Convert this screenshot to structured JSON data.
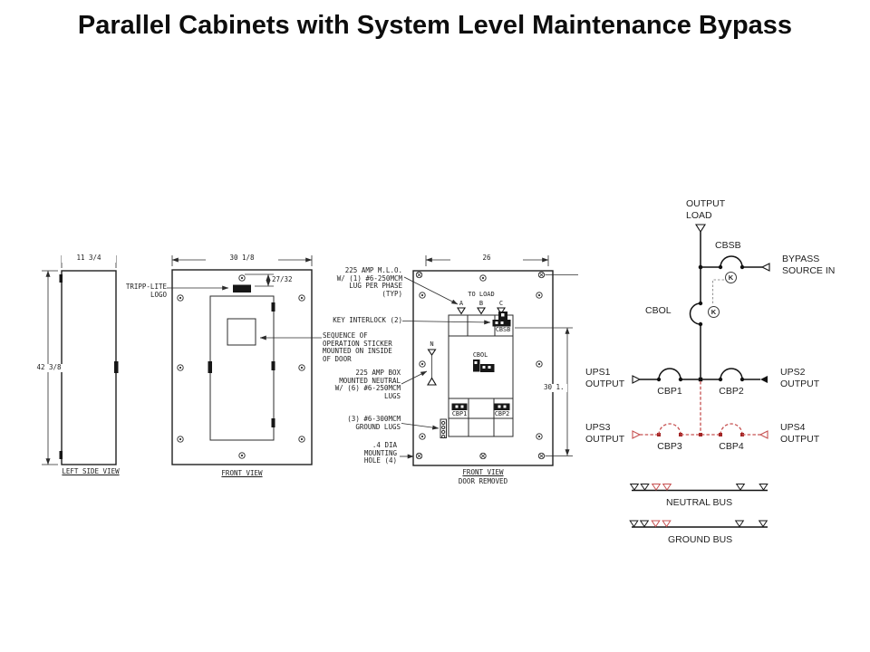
{
  "title": "Parallel Cabinets with System Level Maintenance Bypass",
  "colors": {
    "drawing_line": "#2b2b2b",
    "schematic_line": "#111111",
    "red_dashed_line": "#c65050",
    "red_marker": "#a32626",
    "interlock_dash": "#9a9a9a",
    "text": "#1c1c1c"
  },
  "views": {
    "left_side": {
      "label": "LEFT SIDE VIEW",
      "width_dim": "11 3/4",
      "height_dim": "42 3/8"
    },
    "front": {
      "label": "FRONT VIEW",
      "width_dim": "30 1/8",
      "logo_offset_dim": "27/32",
      "logo_callout": "TRIPP-LITE\nLOGO"
    },
    "door_removed": {
      "label": "FRONT VIEW",
      "sublabel": "DOOR REMOVED",
      "width_dim": "26",
      "height_dim": "30 1.",
      "to_load": "TO LOAD",
      "phases": [
        "A",
        "B",
        "C"
      ],
      "neutral_marker": "N",
      "panel_breakers": {
        "cbsb": "CBSB",
        "cbol": "CBOL",
        "cbp1": "CBP1",
        "cbp2": "CBP2"
      }
    }
  },
  "annotations": {
    "mlo": "225 AMP M.L.O.\nW/ (1) #6-250MCM\nLUG PER PHASE\n(TYP)",
    "key_interlock": "KEY INTERLOCK (2)",
    "sticker": "SEQUENCE OF\nOPERATION STICKER\nMOUNTED ON INSIDE\nOF DOOR",
    "neutral_box": "225 AMP BOX\nMOUNTED NEUTRAL\nW/ (6) #6-250MCM\nLUGS",
    "ground_lugs": "(3) #6-300MCM\nGROUND LUGS",
    "mounting_hole": ".4 DIA\nMOUNTING\nHOLE (4)"
  },
  "schematic": {
    "output_load": "OUTPUT\nLOAD",
    "bypass_source": "BYPASS\nSOURCE IN",
    "cbsb": "CBSB",
    "cbol": "CBOL",
    "k_label": "K",
    "ups1": "UPS1\nOUTPUT",
    "ups2": "UPS2\nOUTPUT",
    "ups3": "UPS3\nOUTPUT",
    "ups4": "UPS4\nOUTPUT",
    "cbp1": "CBP1",
    "cbp2": "CBP2",
    "cbp3": "CBP3",
    "cbp4": "CBP4",
    "neutral_bus": "NEUTRAL BUS",
    "ground_bus": "GROUND BUS"
  }
}
